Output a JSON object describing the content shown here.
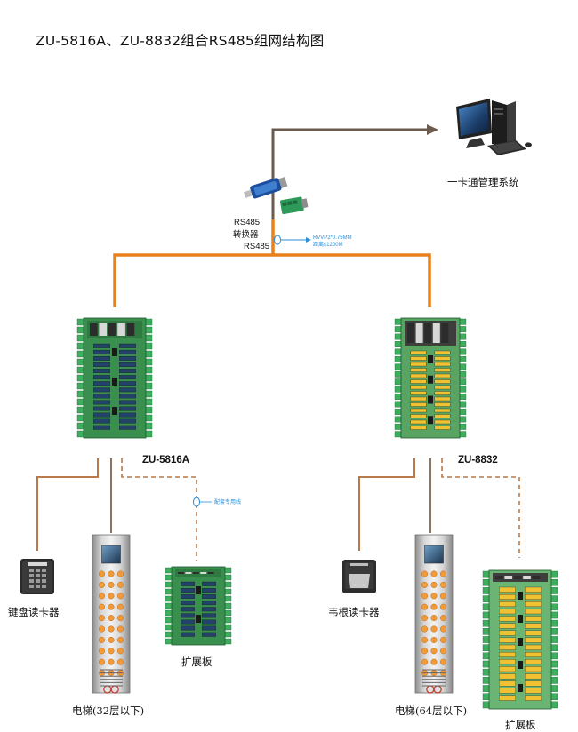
{
  "title": "ZU-5816A、ZU-8832组合RS485组网结构图",
  "pc": {
    "label": "一卡通管理系统",
    "icon": "desktop-computer-icon"
  },
  "converter": {
    "label_line1": "RS485",
    "label_line2": "转换器",
    "icon": "usb-rs485-converter-icon"
  },
  "bus": {
    "label": "RS485",
    "cable_line1": "RVVP2*0.75MM",
    "cable_line2": "距离≤1200M"
  },
  "left_group": {
    "model": "ZU-5816A",
    "expansion_cable_label": "配套专用线",
    "reader_label": "键盘读卡器",
    "elevator_label": "电梯(32层以下)",
    "expansion_label": "扩展板"
  },
  "right_group": {
    "model": "ZU-8832",
    "reader_label": "韦根读卡器",
    "elevator_label": "电梯(64层以下)",
    "expansion_label": "扩展板"
  },
  "colors": {
    "rs485_bus": "#e8801c",
    "upstream_cable": "#6b5a4e",
    "reader_cable": "#b9794a",
    "elevator_cable": "#8a7565",
    "expansion_cable": "#b9794a",
    "annotation_blue": "#2a8fd8",
    "pcb_green": "#3b8f4e",
    "relay_blue": "#23426a",
    "relay_yellow": "#f0c233",
    "button_orange": "#f09a3a"
  }
}
